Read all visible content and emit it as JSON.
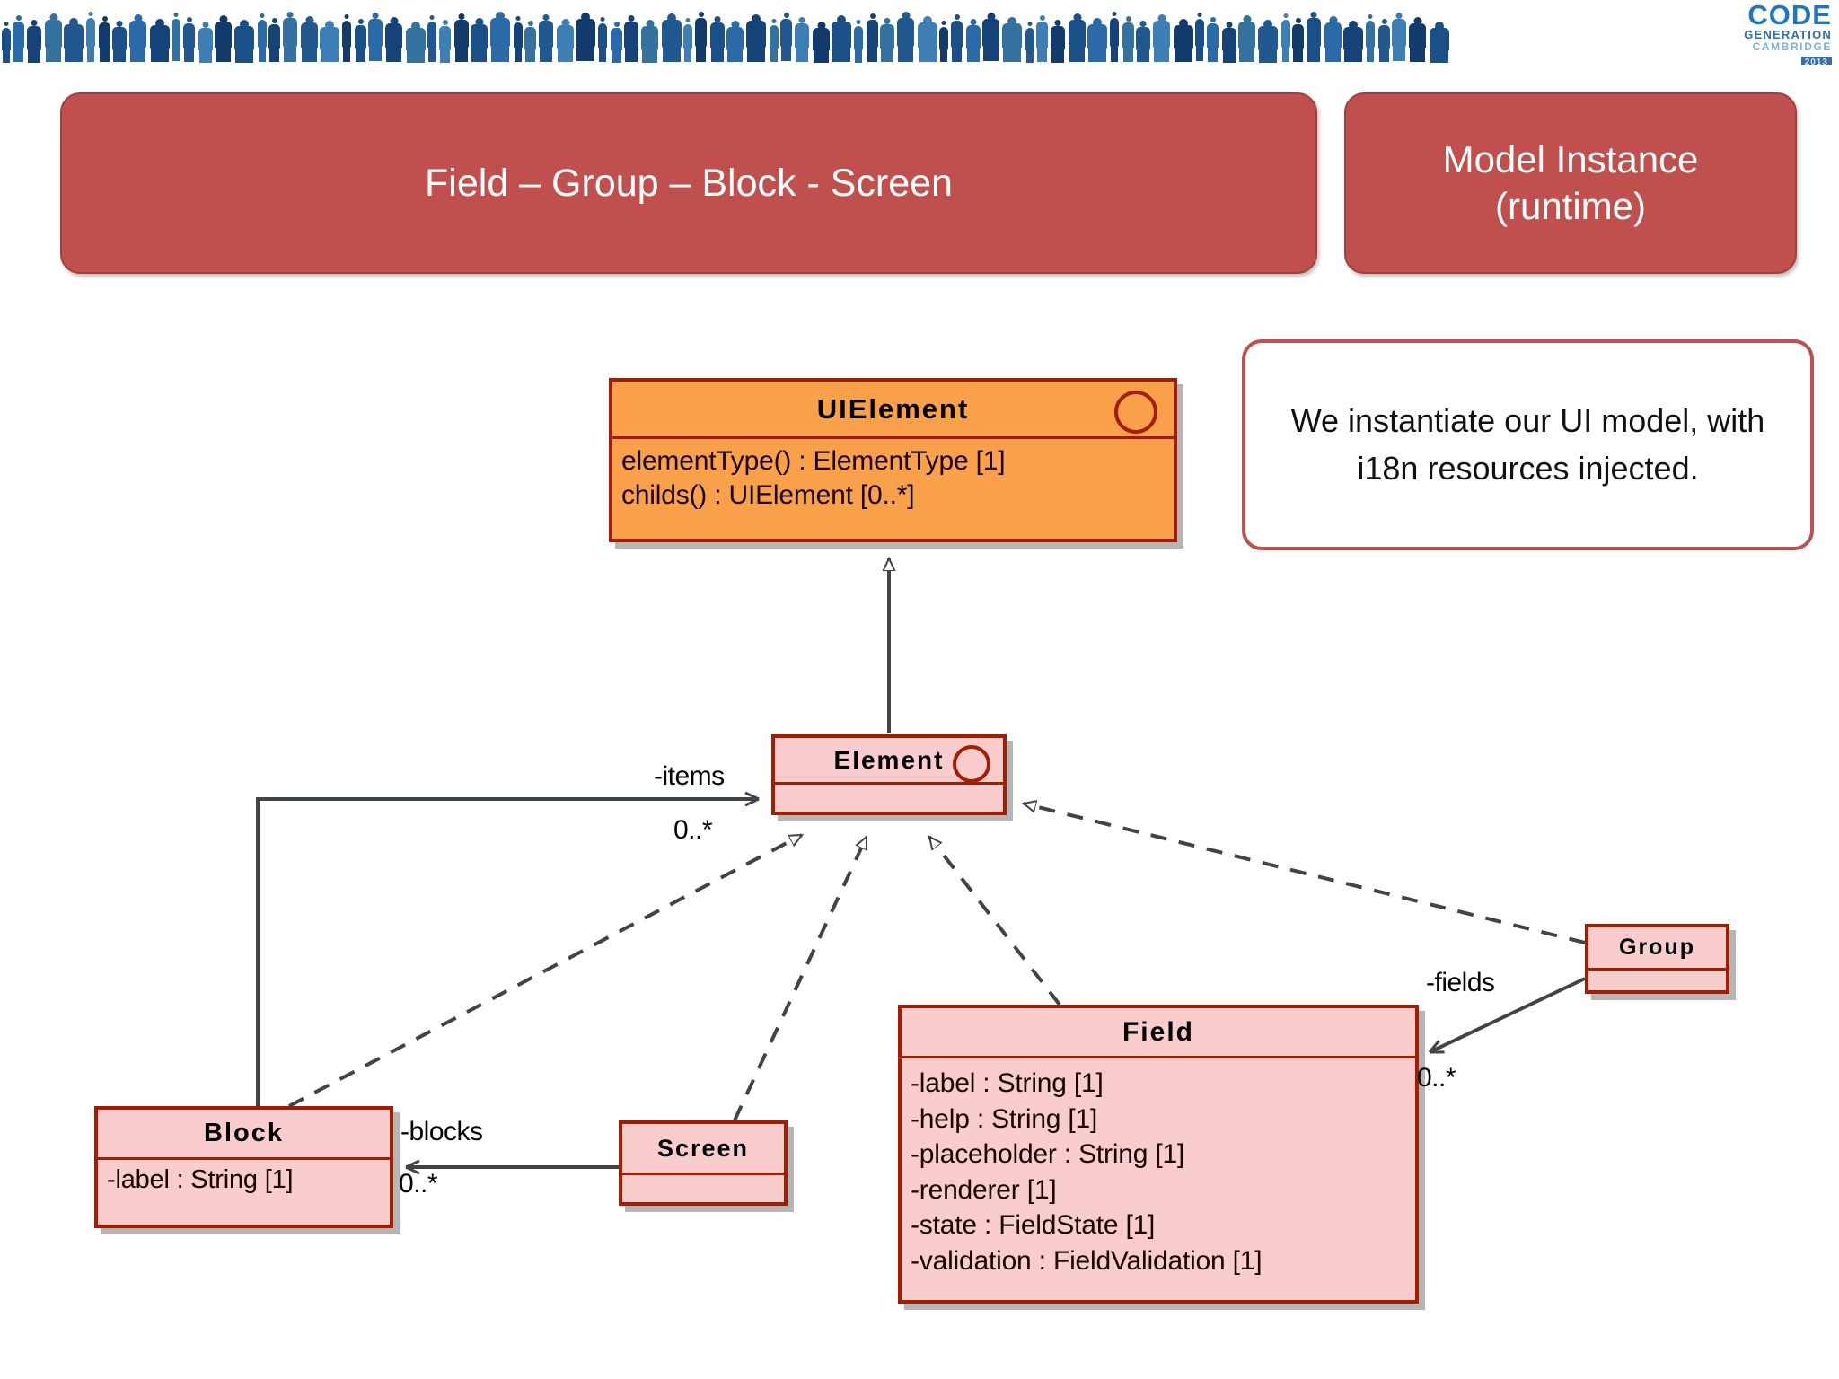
{
  "header": {
    "people_band_icon": "people-silhouettes",
    "logo": {
      "line1": "CODE",
      "line2": "GENERATION",
      "line3": "CAMBRIDGE",
      "year": "2013"
    }
  },
  "banners": {
    "title": "Field – Group – Block - Screen",
    "subtitle": "Model Instance\n(runtime)"
  },
  "callout": {
    "text": "We instantiate our UI model, with i18n resources injected."
  },
  "diagram": {
    "type": "uml-class-diagram",
    "classes": [
      {
        "id": "uielement",
        "name": "UIElement",
        "stereotype_icon": "interface-circle-icon",
        "fill": "#f9a04b",
        "border": "#a61c00",
        "members": [
          "elementType() : ElementType [1]",
          "childs() : UIElement [0..*]"
        ]
      },
      {
        "id": "element",
        "name": "Element",
        "stereotype_icon": "interface-circle-icon",
        "fill": "#f9cdcd",
        "border": "#a61c00",
        "members": []
      },
      {
        "id": "group",
        "name": "Group",
        "fill": "#f9cdcd",
        "border": "#a61c00",
        "members": []
      },
      {
        "id": "screen",
        "name": "Screen",
        "fill": "#f9cdcd",
        "border": "#a61c00",
        "members": []
      },
      {
        "id": "block",
        "name": "Block",
        "fill": "#f9cdcd",
        "border": "#a61c00",
        "members": [
          "-label : String [1]"
        ]
      },
      {
        "id": "field",
        "name": "Field",
        "fill": "#f9cdcd",
        "border": "#a61c00",
        "members": [
          "-label : String [1]",
          "-help : String  [1]",
          "-placeholder : String [1]",
          "-renderer [1]",
          "-state : FieldState [1]",
          "-validation : FieldValidation [1]"
        ]
      }
    ],
    "relations": [
      {
        "kind": "generalization",
        "from": "Element",
        "to": "UIElement"
      },
      {
        "kind": "realization",
        "from": "Block",
        "to": "Element"
      },
      {
        "kind": "realization",
        "from": "Screen",
        "to": "Element"
      },
      {
        "kind": "realization",
        "from": "Field",
        "to": "Element"
      },
      {
        "kind": "realization",
        "from": "Group",
        "to": "Element"
      },
      {
        "kind": "association",
        "from": "Block",
        "to": "Element",
        "role": "-items",
        "multiplicity": "0..*"
      },
      {
        "kind": "association",
        "from": "Screen",
        "to": "Block",
        "role": "-blocks",
        "multiplicity": "0..*"
      },
      {
        "kind": "association",
        "from": "Group",
        "to": "Field",
        "role": "-fields",
        "multiplicity": "0..*"
      }
    ],
    "edge_labels": {
      "items": "-items",
      "items_mult": "0..*",
      "blocks": "-blocks",
      "blocks_mult": "0..*",
      "fields": "-fields",
      "fields_mult": "0..*"
    }
  },
  "colors": {
    "banner_fill": "#c0504d",
    "banner_border": "#a33f3c",
    "class_border": "#a61c00",
    "class_fill_pink": "#f9cdcd",
    "class_fill_orange": "#f9a04b",
    "edge_stroke": "#3f4448",
    "logo_blue": "#2277bb"
  }
}
